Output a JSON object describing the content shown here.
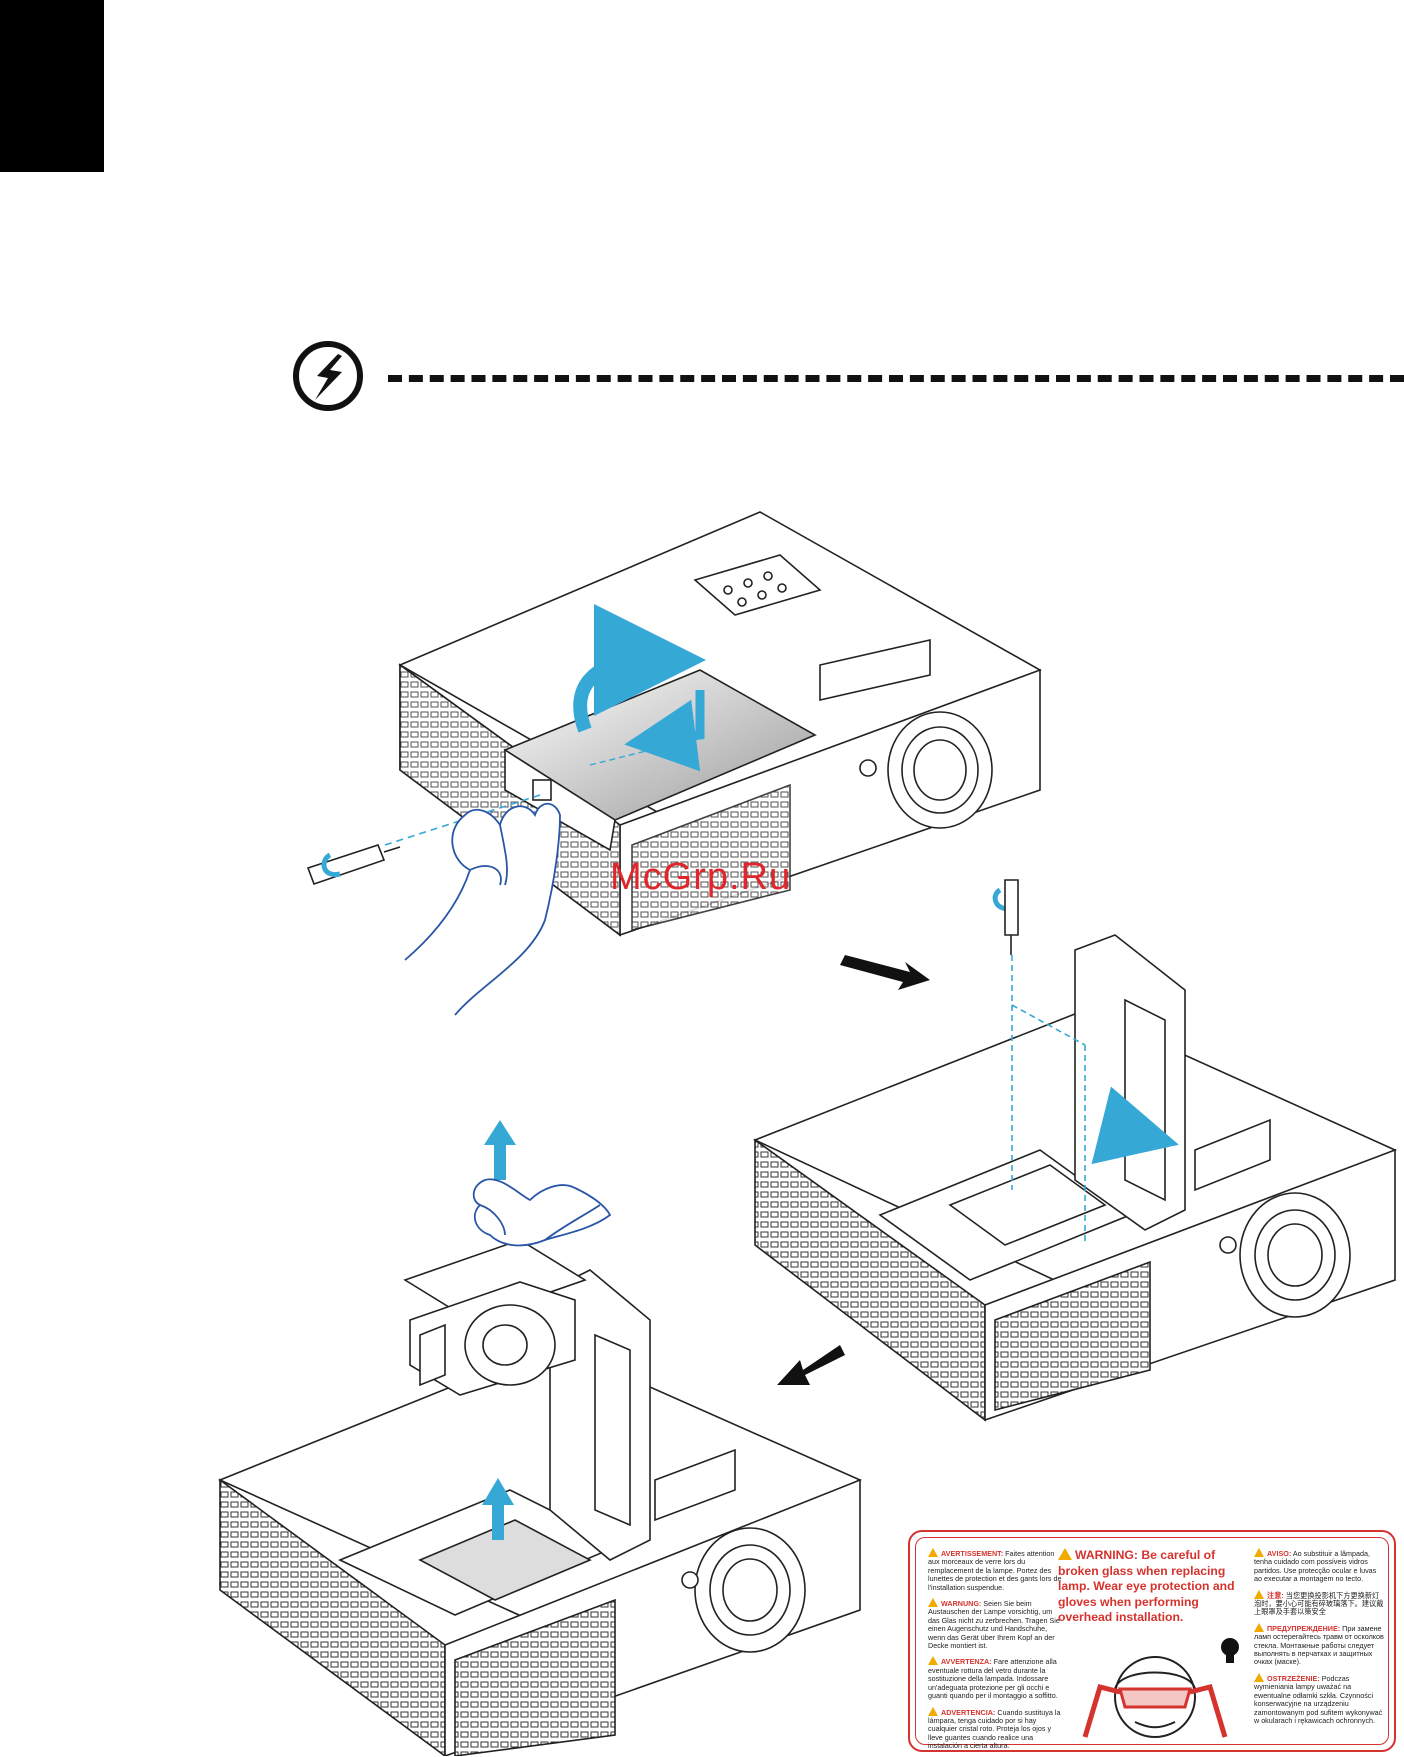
{
  "watermark": "McGrp.Ru",
  "label": {
    "main_warning": "WARNING: Be careful of broken glass when replacing lamp. Wear eye protection and gloves when performing overhead installation.",
    "left": [
      {
        "key": "AVERTISSEMENT:",
        "text": "Faites attention aux morceaux de verre lors du remplacement de la lampe. Portez des lunettes de protection et des gants lors de l'installation suspendue."
      },
      {
        "key": "WARNUNG:",
        "text": "Seien Sie beim Austauschen der Lampe vorsichtig, um das Glas nicht zu zerbrechen. Tragen Sie einen Augenschutz und Handschuhe, wenn das Gerät über Ihrem Kopf an der Decke montiert ist."
      },
      {
        "key": "AVVERTENZA:",
        "text": "Fare attenzione alla eventuale rottura del vetro durante la sostituzione della lampada. Indossare un'adeguata protezione per gli occhi e guanti quando per il montaggio a soffitto."
      },
      {
        "key": "ADVERTENCIA:",
        "text": "Cuando sustituya la lámpara, tenga cuidado por si hay cualquier cristal roto. Proteja los ojos y lleve guantes cuando realice una instalación a cierta altura."
      }
    ],
    "right": [
      {
        "key": "AVISO:",
        "text": "Ao substituir a lâmpada, tenha cuidado com possíveis vidros partidos. Use protecção ocular e luvas ao executar a montagem no tecto."
      },
      {
        "key": "注意:",
        "text": "当您更换投影机下方更换新灯泡时，要小心可能有碎玻璃落下。建议戴上眼罩及手套以策安全"
      },
      {
        "key": "ПРЕДУПРЕЖДЕНИЕ:",
        "text": "При замене ламп остерегайтесь травм от осколков стекла. Монтажные работы следует выполнять в перчатках и защитных очках (маске)."
      },
      {
        "key": "OSTRZEŻENIE:",
        "text": "Podczas wymieniania lampy uważać na ewentualne odłamki szkła. Czynności konserwacyjne na urządzeniu zamontowanym pod sufitem wykonywać w okularach i rękawicach ochronnych."
      }
    ]
  },
  "colors": {
    "tab": "#000000",
    "accent_blue": "#35a8d6",
    "warning_red": "#d5332e",
    "warning_yellow": "#f2a900",
    "line": "#222222"
  },
  "icons": [
    "electric-hazard-icon",
    "screwdriver-icon",
    "hand-icon",
    "rotate-arrow-icon",
    "flow-arrow-icon",
    "lamp-icon"
  ]
}
